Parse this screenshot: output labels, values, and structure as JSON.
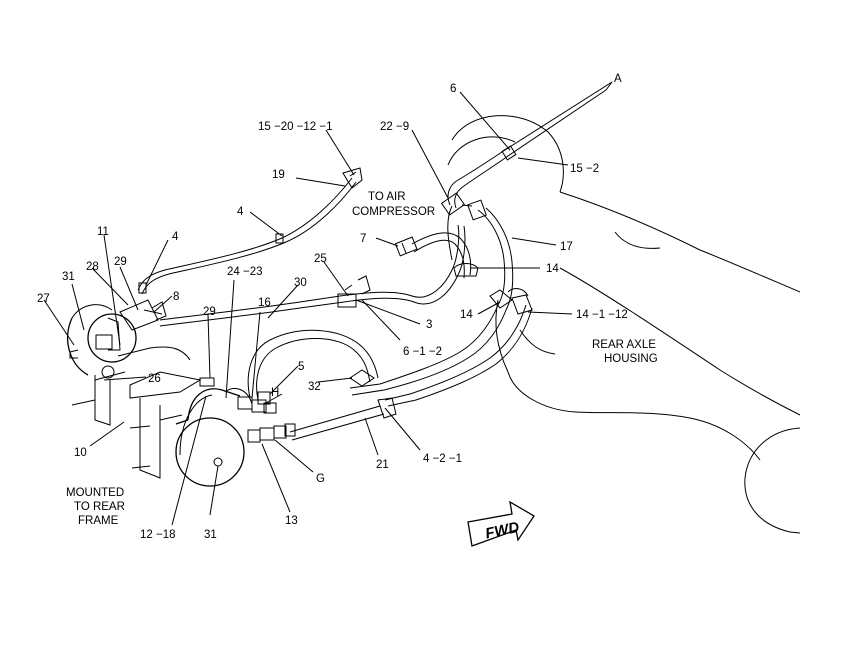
{
  "callouts": {
    "c6": "6",
    "cA": "A",
    "c15_2": "15 −2",
    "c15_20": "15 −20 −12 −1",
    "c22_9": "22 −9",
    "c19": "19",
    "c4_top": "4",
    "c4_left": "4",
    "c7": "7",
    "c17": "17",
    "c11": "11",
    "c28": "28",
    "c29_a": "29",
    "c31_a": "31",
    "c27": "27",
    "c8": "8",
    "c25": "25",
    "c24_23": "24 −23",
    "c30": "30",
    "c16": "16",
    "c29_b": "29",
    "c14_a": "14",
    "c14_b": "14",
    "c14_1_12": "14 −1 −12",
    "c3": "3",
    "c6_1_2": "6 −1 −2",
    "c5": "5",
    "cH": "H",
    "c32": "32",
    "c26": "26",
    "c10": "10",
    "c4_2_1": "4 −2 −1",
    "c21": "21",
    "cG": "G",
    "c13": "13",
    "c12_18": "12 −18",
    "c31_b": "31"
  },
  "notes": {
    "air_compressor": [
      "TO AIR",
      "COMPRESSOR"
    ],
    "rear_axle": [
      "REAR AXLE",
      "HOUSING"
    ],
    "mounted": [
      "MOUNTED",
      "TO REAR",
      "FRAME"
    ],
    "fwd": "FWD"
  }
}
